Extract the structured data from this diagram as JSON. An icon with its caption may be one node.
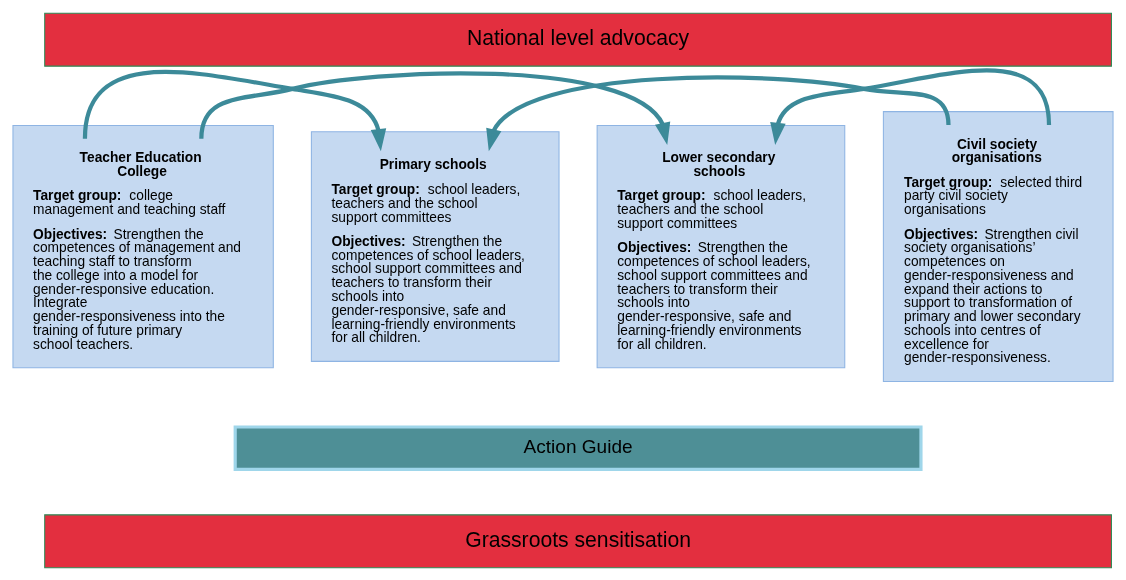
{
  "diagram": {
    "nodes": [
      {
        "text": [
          "National level advocacy"
        ]
      },
      {
        "text": [
          "Teacher Education College",
          "**Target group:** college management and teaching staff",
          "**Objectives:** Strengthen the competences of management and teaching staff to transform the college into a model for gender-responsive education. Integrate gender-responsiveness into the training of future primary school teachers."
        ]
      },
      {
        "text": [
          "Primary schools",
          "**Target group:** school leaders, teachers and the school support committees",
          "**Objectives:** Strengthen the competences of school leaders, school support committees and teachers to transform their schools into gender-responsive, safe and learning-friendly environments for all children."
        ]
      },
      {
        "text": [
          "Lower secondary schools",
          "**Target group:** school leaders, teachers and the school support committees",
          "**Objectives:** Strengthen the competences of school leaders, school support committees and teachers to transform their schools into gender-responsive, safe and learning-friendly environments for all children."
        ]
      },
      {
        "text": [
          "Civil society organisations",
          "**Target group:** selected third party civil society organisations",
          "**Objectives:** Strengthen civil society organisations’ competences on gender-responsiveness and expand their actions to support to transformation of primary and lower secondary schools into centres of excellence for gender-responsiveness."
        ]
      },
      {
        "text": [
          "Action Guide"
        ]
      },
      {
        "text": [
          "Grassroots sensitisation"
        ]
      }
    ],
    "edges": [
      {
        "from": 1,
        "to": 2,
        "arrow": "to"
      },
      {
        "from": 1,
        "to": 3,
        "arrow": "to"
      },
      {
        "from": 4,
        "to": 3,
        "arrow": "to"
      },
      {
        "from": 4,
        "to": 2,
        "arrow": "to"
      }
    ]
  }
}
